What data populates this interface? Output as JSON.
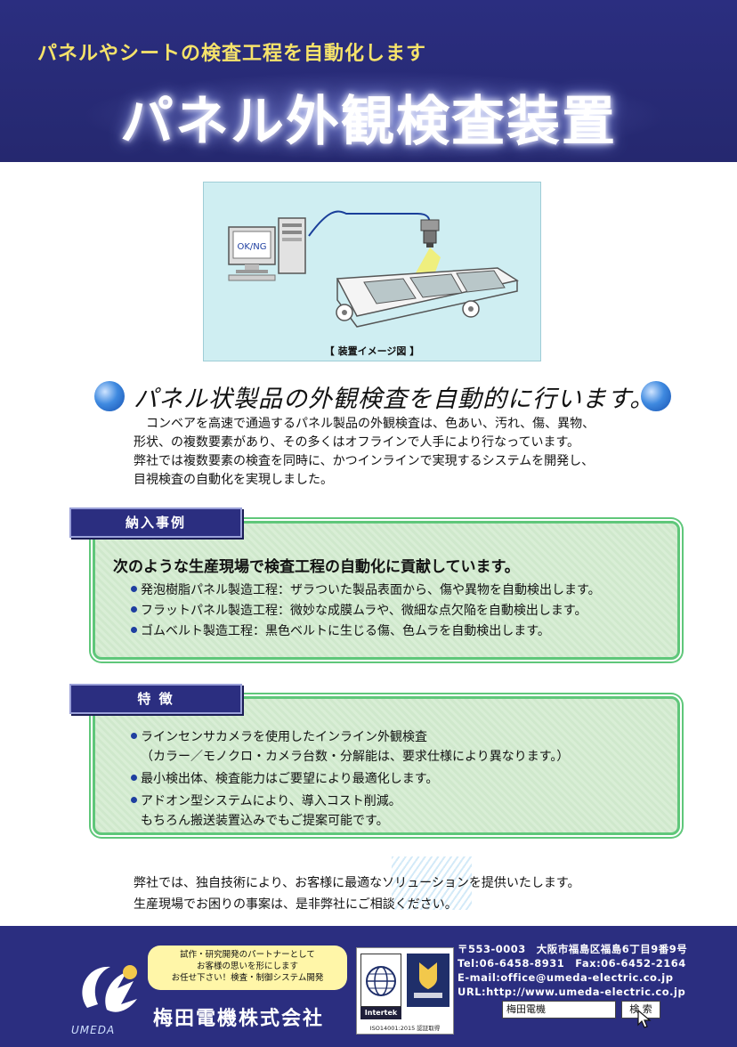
{
  "header": {
    "subtitle": "パネルやシートの検査工程を自動化します",
    "title": "パネル外観検査装置"
  },
  "illustration": {
    "caption": "【 装置イメージ図 】",
    "monitor_text": "OK/NG"
  },
  "headline": "パネル状製品の外観検査を自動的に行います。",
  "intro": [
    "　コンベアを高速で通過するパネル製品の外観検査は、色あい、汚れ、傷、異物、",
    "形状、の複数要素があり、その多くはオフラインで人手により行なっています。",
    "弊社では複数要素の検査を同時に、かつインラインで実現するシステムを開発し、",
    "目視検査の自動化を実現しました。"
  ],
  "cases": {
    "label": "納入事例",
    "lead": "次のような生産現場で検査工程の自動化に貢献しています。",
    "items": [
      "発泡樹脂パネル製造工程：ザラついた製品表面から、傷や異物を自動検出します。",
      "フラットパネル製造工程：微妙な成膜ムラや、微細な点欠陥を自動検出します。",
      "ゴムベルト製造工程：黒色ベルトに生じる傷、色ムラを自動検出します。"
    ]
  },
  "features": {
    "label": "特 徴",
    "items": [
      {
        "main": "ラインセンサカメラを使用したインライン外観検査",
        "sub": "（カラー／モノクロ・カメラ台数・分解能は、要求仕様により異なります。）"
      },
      {
        "main": "最小検出体、検査能力はご要望により最適化します。",
        "sub": ""
      },
      {
        "main": "アドオン型システムにより、導入コスト削減。",
        "sub": "もちろん搬送装置込みでもご提案可能です。"
      }
    ]
  },
  "closing": [
    "弊社では、独自技術により、お客様に最適なソリューションを提供いたします。",
    "生産現場でお困りの事案は、是非弊社にご相談ください。"
  ],
  "footer": {
    "logo_text": "UMEDA",
    "slogan": [
      "試作・研究開発のパートナーとして",
      "お客様の思いを形にします",
      "お任せ下さい！検査・制御システム開発"
    ],
    "company": "梅田電機株式会社",
    "cert_brand": "Intertek",
    "cert_text": "ISO14001:2015 認証取得",
    "address": [
      "〒553-0003　大阪市福島区福島6丁目9番9号",
      "Tel:06-6458-8931　Fax:06-6452-2164",
      "E-mail:office@umeda-electric.co.jp",
      "URL:http://www.umeda-electric.co.jp"
    ],
    "search_value": "梅田電機",
    "search_button": "検 索"
  },
  "colors": {
    "navy": "#2b2e80",
    "accent_yellow": "#f6e36a",
    "green_border": "#5fc77a",
    "illus_bg": "#cfeef2"
  }
}
